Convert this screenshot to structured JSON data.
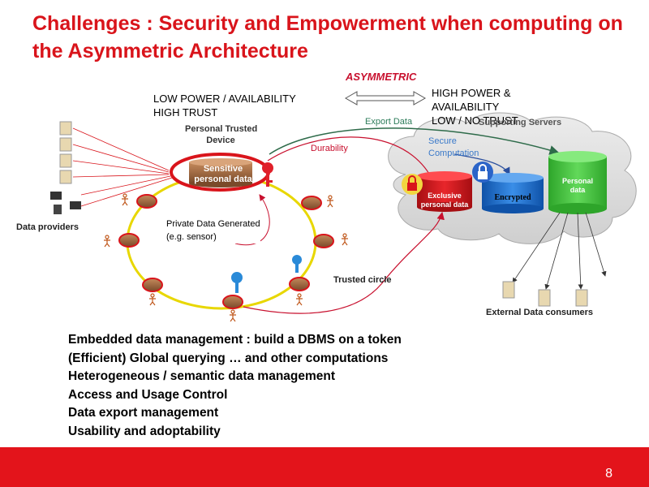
{
  "title": "Challenges : Security and Empowerment when computing on the Asymmetric Architecture",
  "asymmetric_label": "ASYMMETRIC",
  "left_side": {
    "line1": "LOW POWER / AVAILABILITY",
    "line2": "HIGH TRUST"
  },
  "right_side": {
    "line1": "HIGH POWER &",
    "line2": "AVAILABILITY",
    "line3": "LOW / NO TRUST"
  },
  "diagram": {
    "personal_trusted_device_1": "Personal Trusted",
    "personal_trusted_device_2": "Device",
    "sensitive_1": "Sensitive",
    "sensitive_2": "personal data",
    "export_data": "Export Data",
    "durability": "Durability",
    "secure_1": "Secure",
    "secure_2": "Computation",
    "supporting_servers": "Supporting Servers",
    "exclusive_1": "Exclusive",
    "exclusive_2": "personal data",
    "encrypted": "Encrypted",
    "personal_1": "Personal",
    "personal_2": "data",
    "data_providers": "Data providers",
    "private_1": "Private Data Generated",
    "private_2": "(e.g. sensor)",
    "trusted_circle": "Trusted circle",
    "external_consumers": "External Data consumers"
  },
  "bullets": [
    "Embedded data management : build a DBMS on a token",
    "(Efficient) Global querying … and other computations",
    "Heterogeneous / semantic data management",
    "Access and Usage Control",
    "Data export management",
    "Usability and adoptability",
    "…"
  ],
  "page_number": "8",
  "colors": {
    "title_red": "#d9141b",
    "footer_red": "#e3141b",
    "green_data": "#43c43b",
    "blue_encrypted": "#1a6fd1",
    "red_exclusive": "#d4151a"
  }
}
